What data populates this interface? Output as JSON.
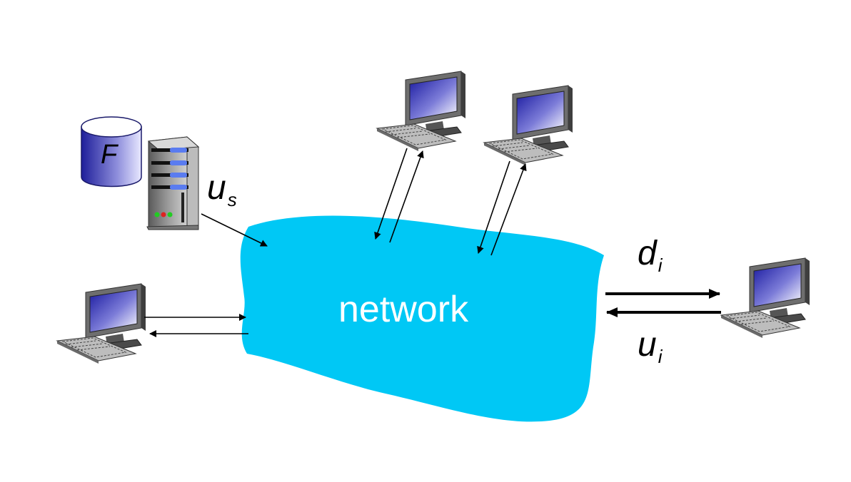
{
  "network": {
    "label": "network"
  },
  "file": {
    "label": "F"
  },
  "server_upload": {
    "base": "u",
    "sub": "s"
  },
  "peer_download": {
    "base": "d",
    "sub": "i"
  },
  "peer_upload": {
    "base": "u",
    "sub": "i"
  },
  "colors": {
    "network_fill": "#00c8f5",
    "screen_dark": "#1a1aa0",
    "arrow": "#000000"
  },
  "icons": [
    "database-icon",
    "server-icon",
    "computer-icon",
    "arrow"
  ]
}
